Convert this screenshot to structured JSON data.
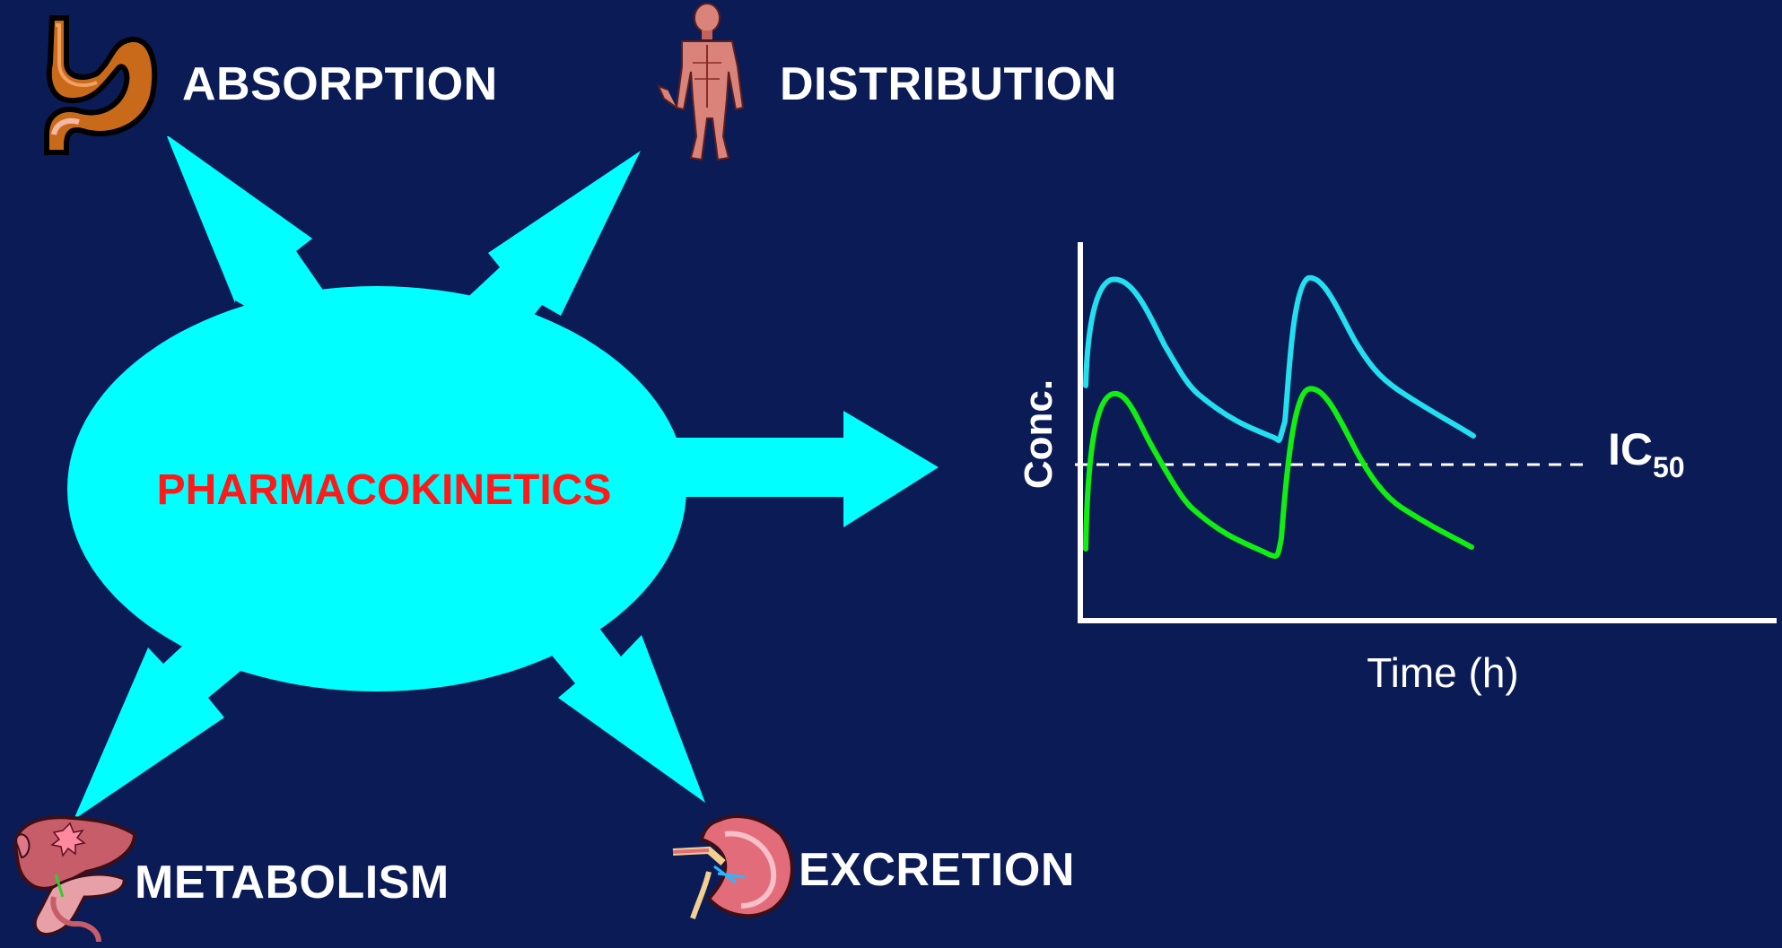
{
  "center": {
    "label": "PHARMACOKINETICS"
  },
  "processes": {
    "absorption": "ABSORPTION",
    "distribution": "DISTRIBUTION",
    "metabolism": "METABOLISM",
    "excretion": "EXCRETION"
  },
  "icons": {
    "absorption": "stomach-icon",
    "distribution": "human-body-icon",
    "metabolism": "liver-icon",
    "excretion": "kidney-icon"
  },
  "colors": {
    "background": "#0b1b56",
    "ellipse": "#00ffff",
    "center_text": "#ff1a1a",
    "high_dose_curve": "#22e0f0",
    "low_dose_curve": "#11ee11"
  },
  "graph": {
    "ylabel": "Conc.",
    "xlabel": "Time (h)",
    "threshold_main": "IC",
    "threshold_sub": "50"
  }
}
